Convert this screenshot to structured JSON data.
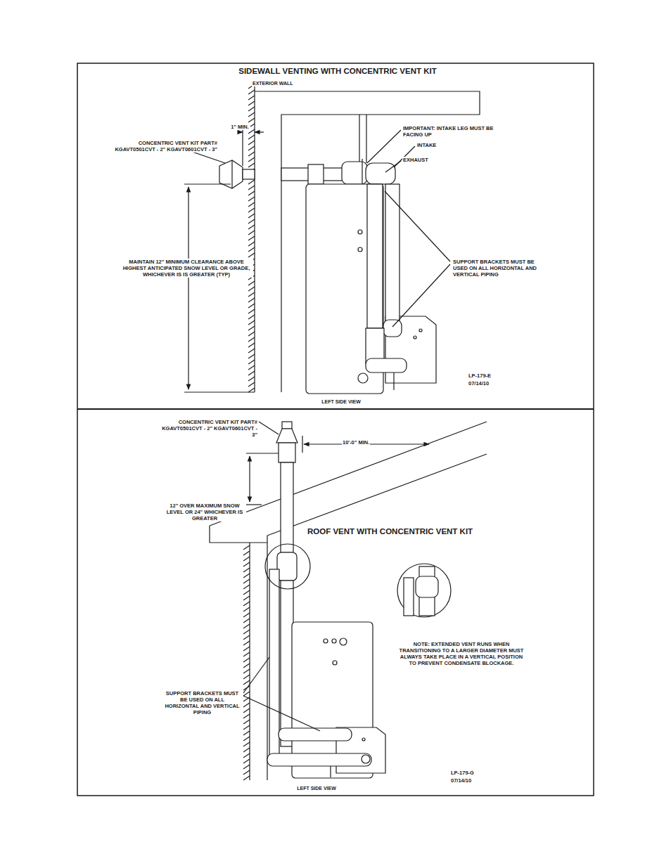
{
  "diagram": {
    "labels": [
      "SIDEWALL VENTING WITH CONCENTRIC VENT KIT",
      "EXTERIOR WALL",
      "1\" MIN.",
      "CONCENTRIC VENT KIT PART# KGAVT0501CVT - 2\" KGAVT0601CVT - 3\"",
      "IMPORTANT: INTAKE LEG MUST BE FACING UP",
      "INTAKE",
      "EXHAUST",
      "MAINTAIN 12\" MINIMUM CLEARANCE ABOVE HIGHEST ANTICIPATED SNOW LEVEL OR GRADE, WHICHEVER IS IS GREATER (TYP)",
      "SUPPORT BRACKETS MUST BE USED ON ALL HORIZONTAL AND VERTICAL PIPING",
      "LP-179-E",
      "07/14/10",
      "LEFT SIDE VIEW",
      "CONCENTRIC VENT KIT PART# KGAVT0501CVT - 2\" KGAVT0601CVT - 3\"",
      "10'-0\" MIN.",
      "12\" OVER MAXIMUM SNOW LEVEL OR 24\" WHICHEVER IS GREATER",
      "ROOF VENT WITH CONCENTRIC VENT KIT",
      "NOTE: EXTENDED VENT RUNS WHEN TRANSITIONING TO A LARGER DIAMETER MUST ALWAYS TAKE PLACE IN A VERTICAL POSITION TO PREVENT CONDENSATE BLOCKAGE.",
      "SUPPORT BRACKETS MUST BE USED ON ALL HORIZONTAL AND VERTICAL PIPING",
      "LP-179-G",
      "07/14/10",
      "LEFT SIDE VIEW"
    ]
  }
}
